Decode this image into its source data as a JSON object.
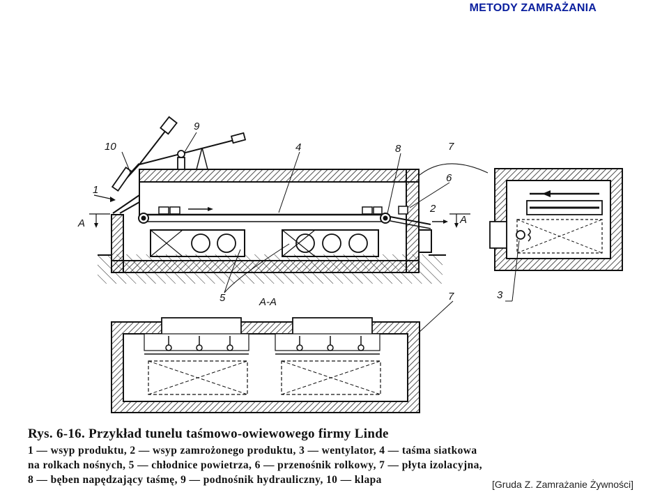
{
  "header": {
    "title": "METODY ZAMRAŻANIA"
  },
  "diagram": {
    "labels": {
      "n1": "1",
      "n2": "2",
      "n3": "3",
      "n4": "4",
      "n5": "5",
      "n6": "6",
      "n7_top": "7",
      "n7_bottom": "7",
      "n8": "8",
      "n9": "9",
      "n10": "10",
      "section_left": "A",
      "section_right": "A",
      "section_title": "A-A"
    }
  },
  "caption": {
    "title": "Rys. 6-16. Przykład tunelu taśmowo-owiewowego firmy Linde",
    "lines": [
      "1 — wsyp produktu, 2 — wsyp zamrożonego produktu, 3 — wentylator, 4 — taśma siatkowa",
      "na rolkach nośnych, 5 — chłodnice powietrza, 6 — przenośnik rolkowy, 7 — płyta izolacyjna,",
      "8 — bęben napędzający taśmę, 9 — podnośnik hydrauliczny, 10 — klapa"
    ]
  },
  "source": "[Gruda Z. Zamrażanie Żywności]"
}
